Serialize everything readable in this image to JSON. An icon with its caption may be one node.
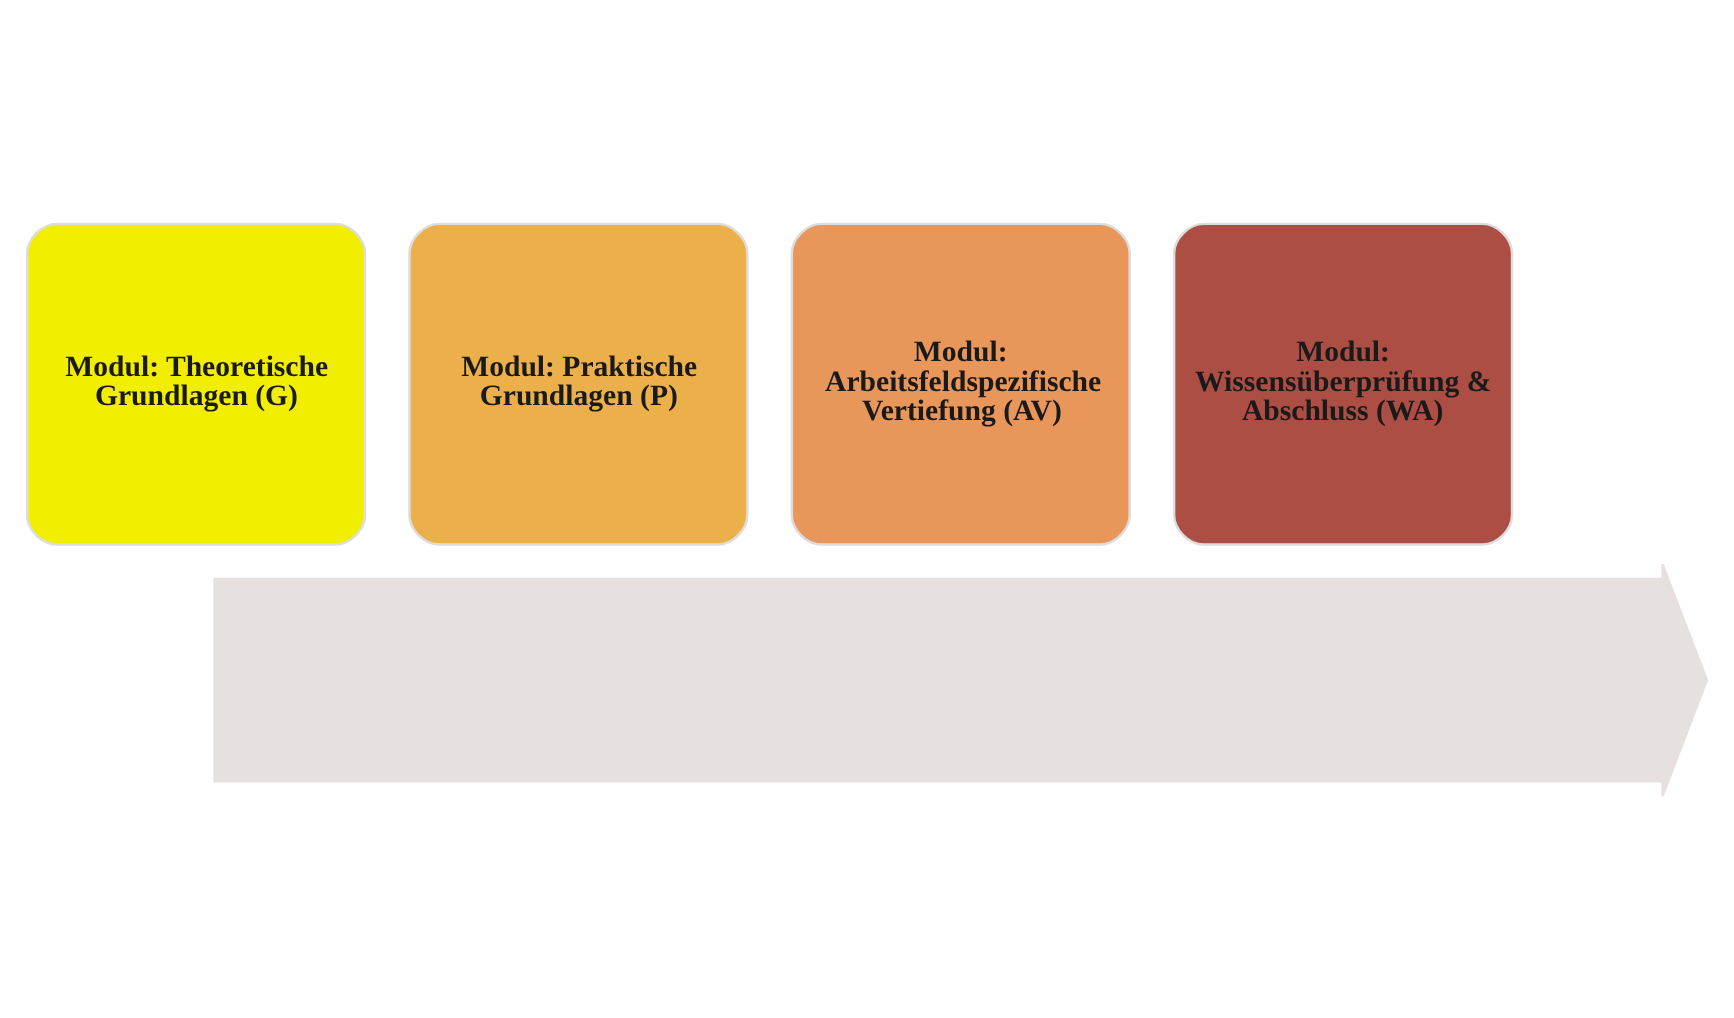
{
  "diagram": {
    "nodes": [
      {
        "text": [
          "Modul: Theoretische Grundlagen (G)"
        ]
      },
      {
        "text": [
          "Modul: Praktische Grundlagen (P)"
        ]
      },
      {
        "text": [
          "Modul: Arbeitsfeldspezifische Vertiefung (AV)"
        ]
      },
      {
        "text": [
          "Modul: Wissensüberprüfung & Abschluss (WA)"
        ]
      },
      {
        "text": [],
        "shape": "arrow"
      }
    ]
  }
}
